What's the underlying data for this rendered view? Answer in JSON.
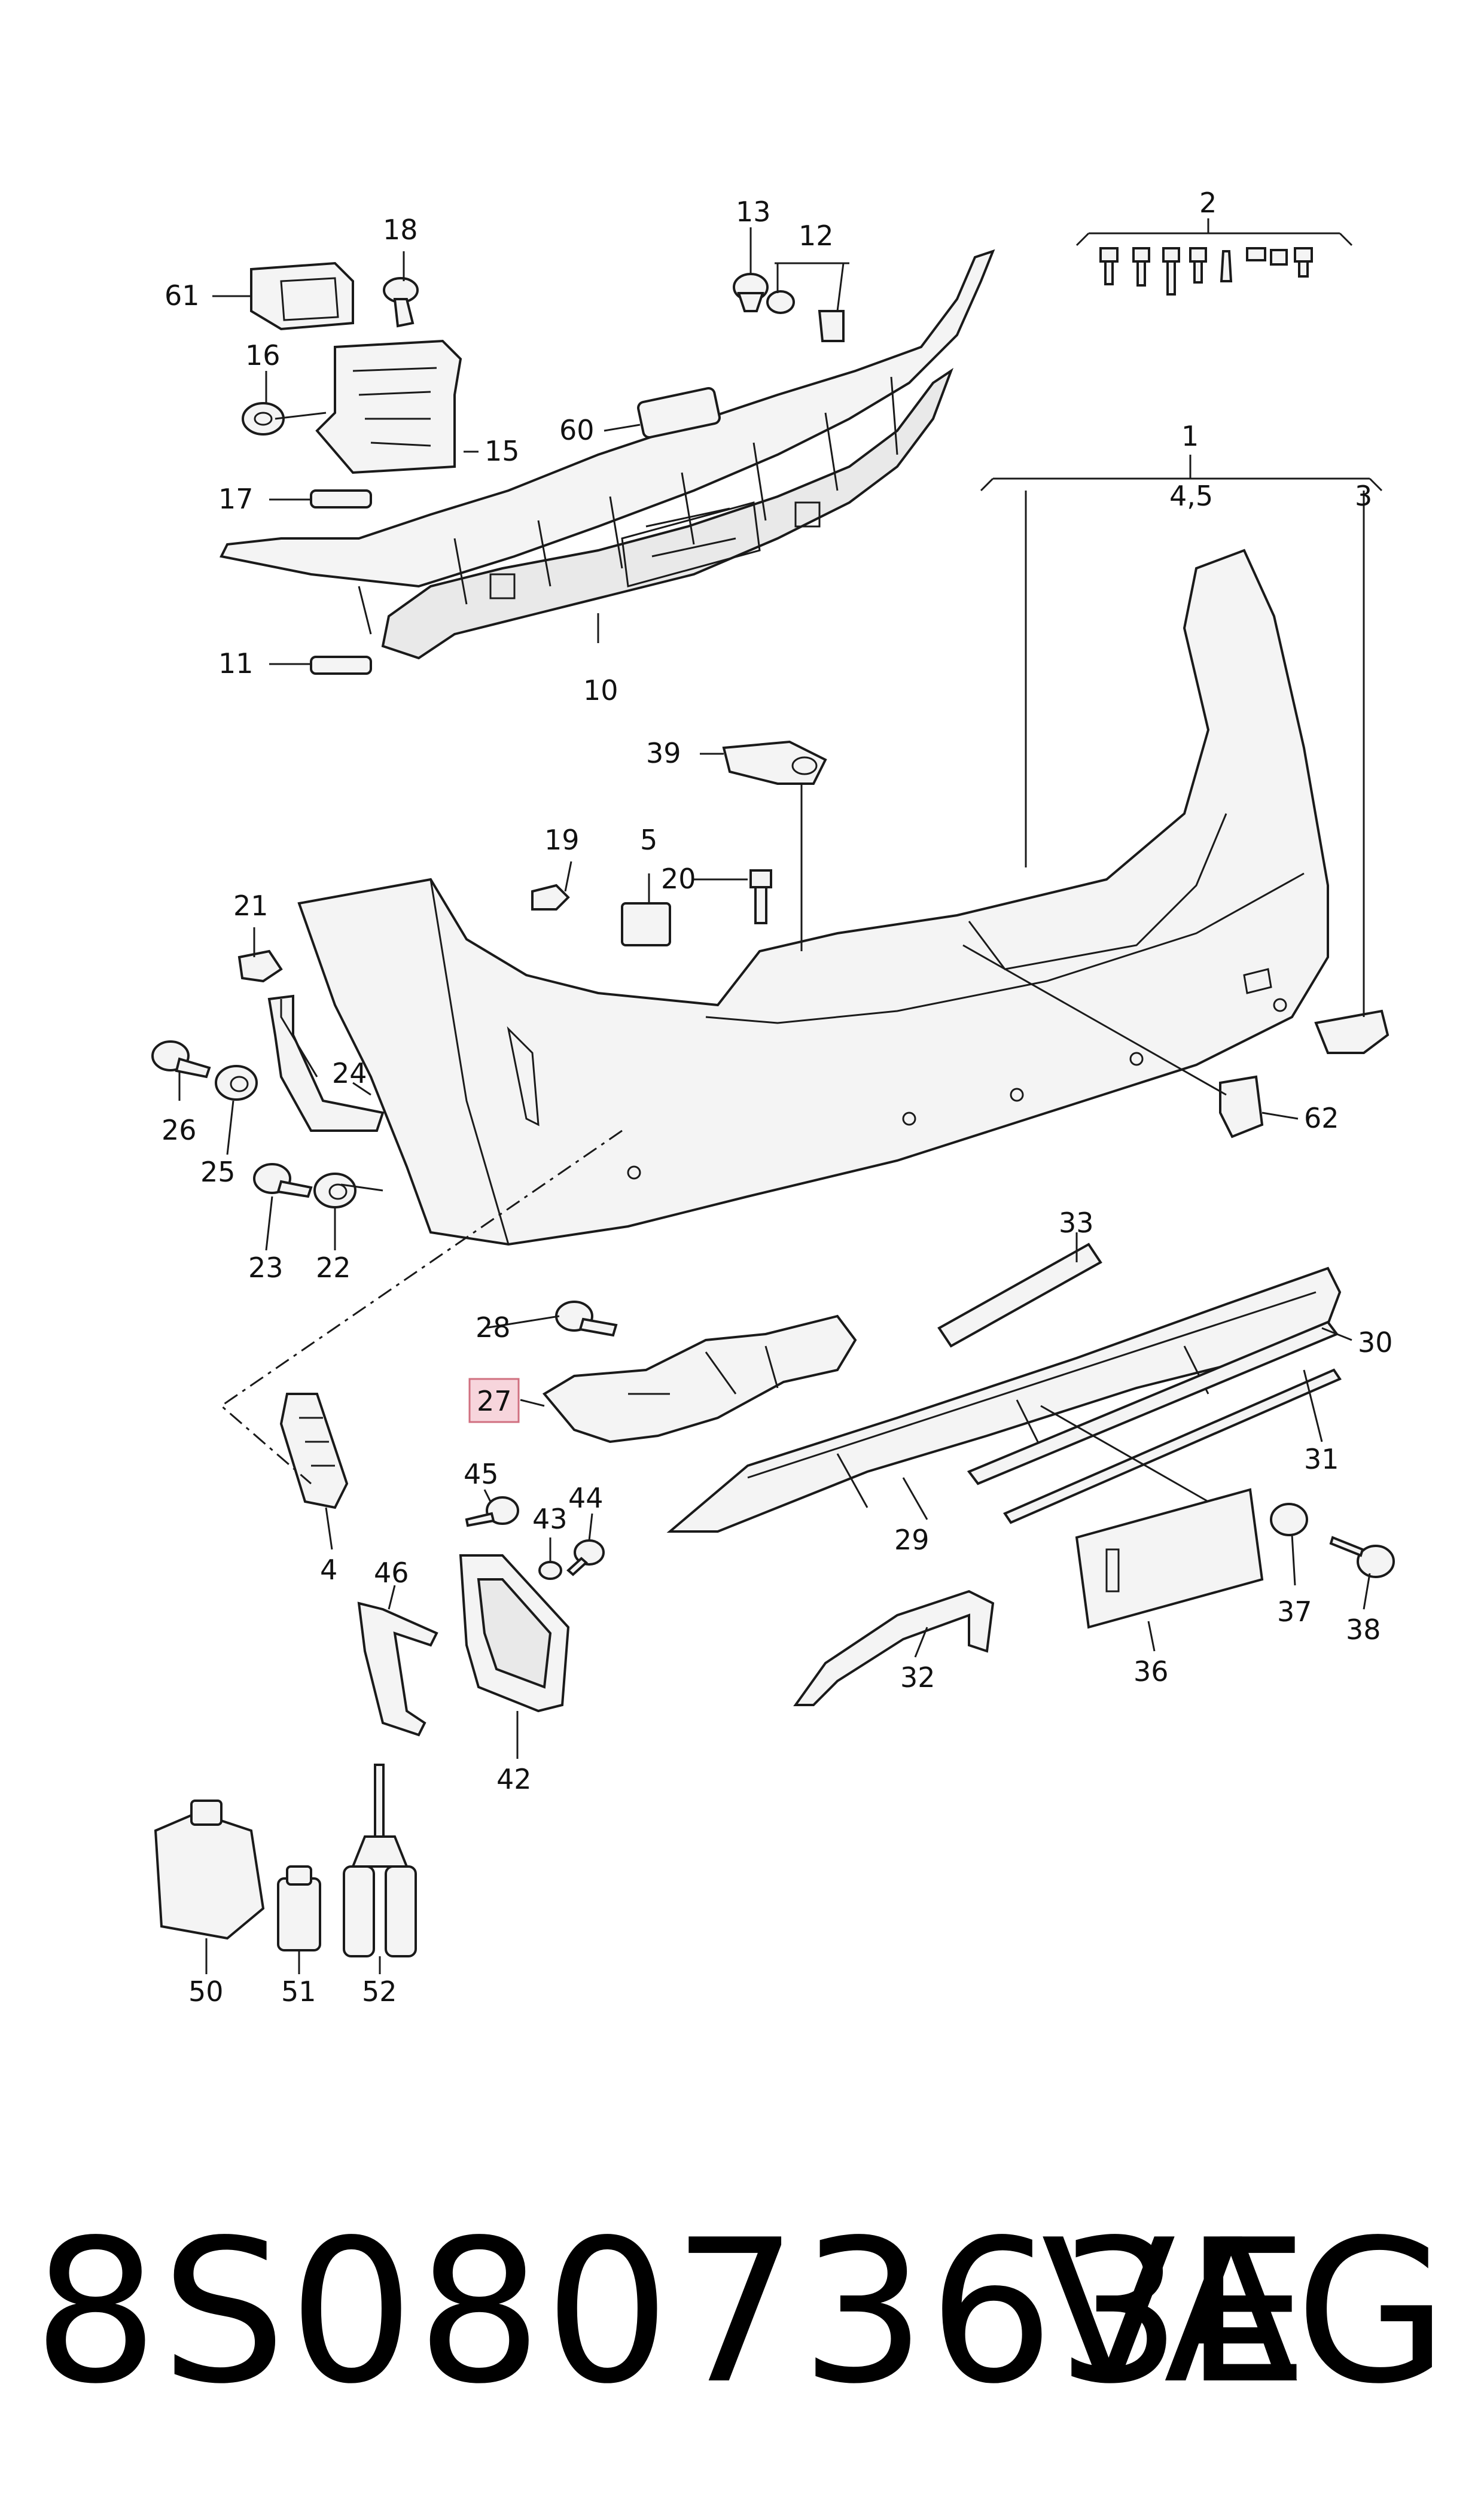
{
  "labels": {
    "l1": "1",
    "l2": "2",
    "l3": "3",
    "l45": "4,5",
    "l4": "4",
    "l5": "5",
    "l10": "10",
    "l11": "11",
    "l12": "12",
    "l13": "13",
    "l15": "15",
    "l16": "16",
    "l17": "17",
    "l18": "18",
    "l19": "19",
    "l20": "20",
    "l21": "21",
    "l22": "22",
    "l23": "23",
    "l24": "24",
    "l25": "25",
    "l26": "26",
    "l27": "27",
    "l28": "28",
    "l29": "29",
    "l30": "30",
    "l31": "31",
    "l32": "32",
    "l33": "33",
    "l36": "36",
    "l37": "37",
    "l38": "38",
    "l39": "39",
    "l42": "42",
    "l43": "43",
    "l44": "44",
    "l45b": "45",
    "l46": "46",
    "l50": "50",
    "l51": "51",
    "l52": "52",
    "l60": "60",
    "l61": "61",
    "l62": "62"
  },
  "highlight": {
    "label": "27",
    "color": "#f7d5dc"
  },
  "footer": {
    "part_number": "8S0807363E",
    "brand": "VAG"
  }
}
